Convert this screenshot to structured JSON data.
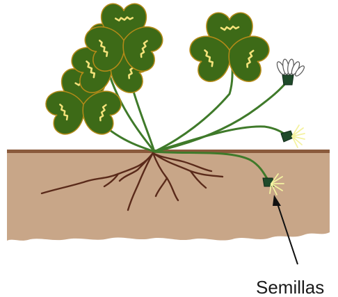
{
  "labels": {
    "seeds": "Semillas"
  },
  "colors": {
    "soil": "#c8a688",
    "ground_line": "#8a5a3c",
    "roots": "#5a2a1a",
    "stem": "#3f7a2a",
    "leaf": "#3d6a17",
    "leaf_edge": "#b38a18",
    "leaf_mark": "#f3e27a",
    "seed_tuft": "#f4f2a0",
    "bud": "#1f4a2a",
    "arrow": "#111111"
  },
  "icons": {
    "plant": "clover-plant",
    "pointer": "arrow"
  }
}
